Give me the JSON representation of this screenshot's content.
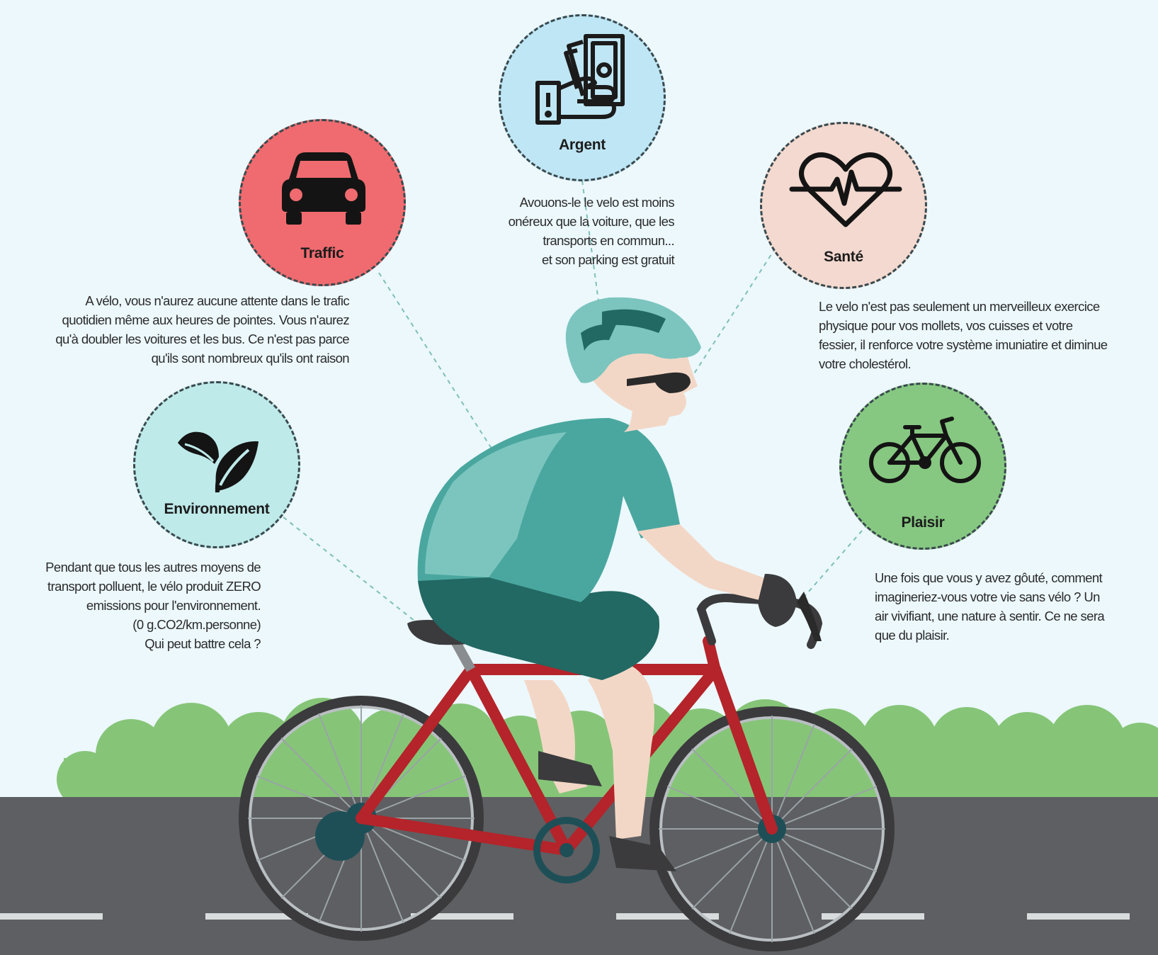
{
  "items": {
    "argent": {
      "label": "Argent",
      "text": "Avouons-le le velo est moins\nonéreux que la voiture, que les\ntransports en commun...\net son parking est gratuit",
      "color": "#bfe6f4",
      "icon": "money-hand-icon"
    },
    "traffic": {
      "label": "Traffic",
      "text": "A vélo, vous n'aurez aucune attente dans le trafic\nquotidien même aux heures de pointes. Vous n'aurez\nqu'à doubler les voitures et les bus. Ce n'est pas parce\nqu'ils sont nombreux qu'ils ont raison",
      "color": "#ef6b6f",
      "icon": "car-icon"
    },
    "sante": {
      "label": "Santé",
      "text": "Le velo n'est pas seulement un merveilleux exercice\nphysique pour vos mollets, vos cuisses et votre\nfessier, il renforce votre système imuniatire et diminue\nvotre cholestérol.",
      "color": "#f3d9cf",
      "icon": "heart-pulse-icon"
    },
    "environnement": {
      "label": "Environnement",
      "text": "Pendant que tous les autres moyens de\ntransport polluent, le vélo produit ZERO\nemissions pour l'environnement.\n(0 g.CO2/km.personne)\nQui peut battre cela ?",
      "color": "#bfeaea",
      "icon": "leaf-icon"
    },
    "plaisir": {
      "label": "Plaisir",
      "text": "Une fois que vous y avez gôuté, comment\nimagineriez-vous votre vie sans vélo ? Un\nair vivifiant, une nature à sentir. Ce ne sera\nque du plaisir.",
      "color": "#86c881",
      "icon": "bicycle-icon"
    }
  },
  "colors": {
    "background": "#ecf8fc",
    "road": "#5e5f62",
    "bushes": "#86c578",
    "jersey": "#4aa79f",
    "frame": "#b4242a",
    "skin": "#f3d7c6"
  }
}
